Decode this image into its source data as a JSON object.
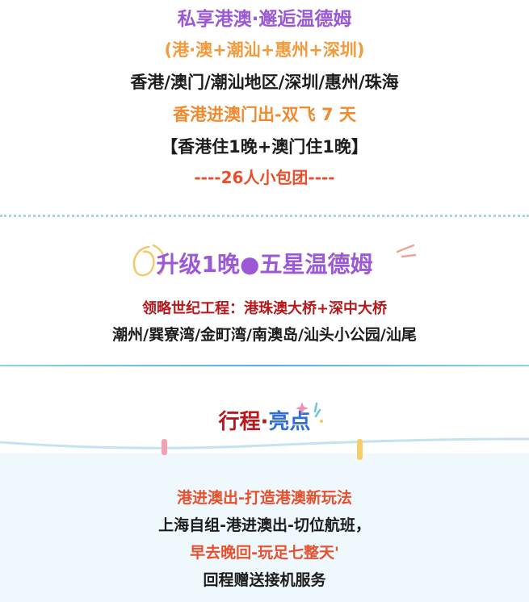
{
  "header": {
    "title": "私享港澳·邂逅温德姆",
    "route_short": "(港·澳+潮汕+惠州+深圳)",
    "destinations": "香港/澳门/潮汕地区/深圳/惠州/珠海",
    "trip_type": "香港进澳门出-双飞 7 天",
    "hotels": "【香港住1晚+澳门住1晚】",
    "group": "----26人小包团----"
  },
  "upgrade": {
    "title": "升级1晚●五星温德姆",
    "highlight": "领略世纪工程：港珠澳大桥+深中大桥",
    "places": "潮州/巽寮湾/金町湾/南澳岛/汕头小公园/汕尾"
  },
  "itinerary": {
    "title_part1": "行程·",
    "title_part2": "亮点",
    "line1": "港进澳出-打造港澳新玩法",
    "line2": "上海自组-港进澳出-切位航班，",
    "line3": "早去晚回-玩足七整天'",
    "line4": "回程赠送接机服务"
  },
  "colors": {
    "purple": "#9b59d6",
    "orange": "#f39a3c",
    "red": "#e8502d",
    "darkred": "#b8181c",
    "blue": "#2f6fd6",
    "panel": "#eef8fd"
  }
}
